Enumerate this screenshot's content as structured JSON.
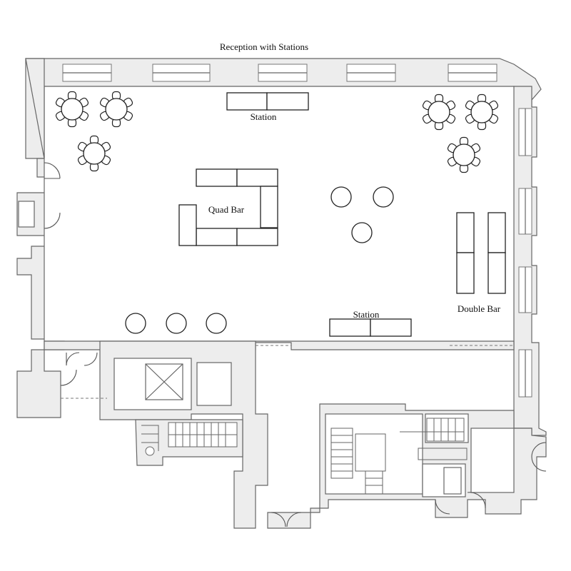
{
  "title": "Reception with Stations",
  "labels": {
    "station_top": "Station",
    "quad_bar": "Quad Bar",
    "station_bottom": "Station",
    "double_bar": "Double Bar"
  },
  "colors": {
    "wall_fill": "#ededed",
    "wall_stroke": "#666666",
    "furniture_stroke": "#222222",
    "background": "#ffffff"
  },
  "counts": {
    "round_tables_with_chairs": 6,
    "chairs_per_table": 6,
    "highboy_tables": 6
  }
}
